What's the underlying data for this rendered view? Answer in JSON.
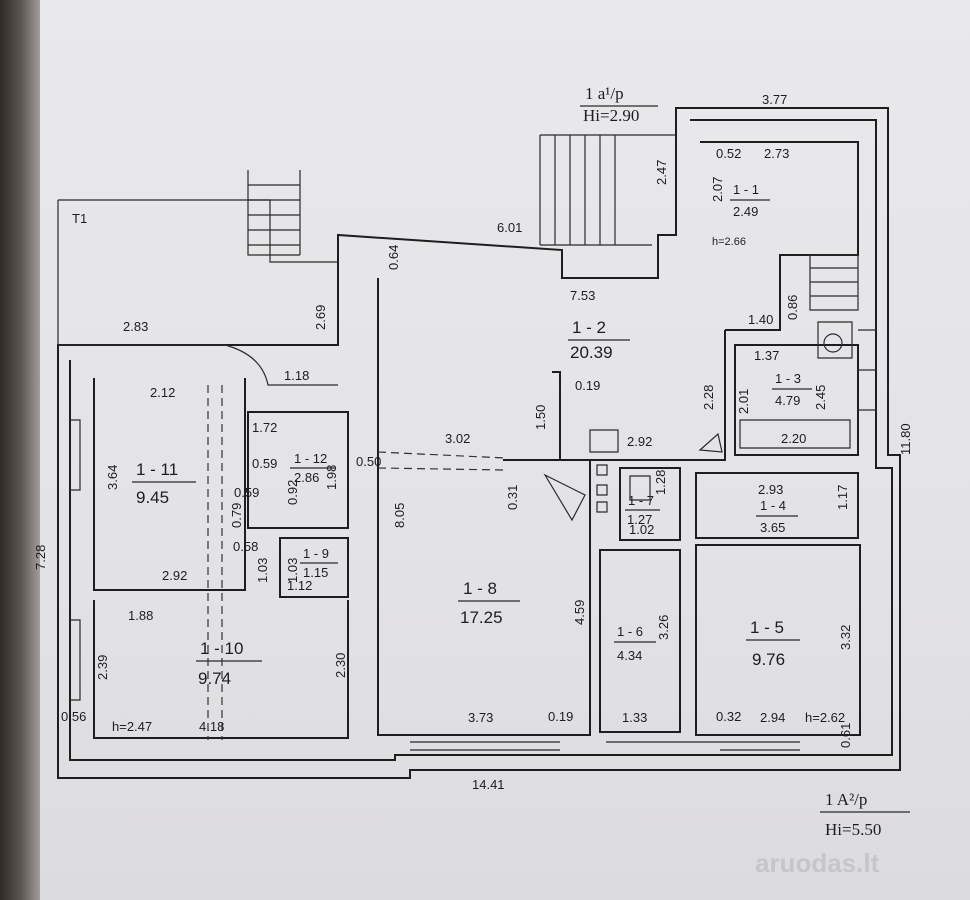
{
  "headers": {
    "top": {
      "code": "1 a¹/p",
      "hi": "Hi=2.90"
    },
    "bottom": {
      "code": "1 A²/p",
      "hi": "Hi=5.50"
    }
  },
  "terrace": "T1",
  "watermark": "aruodas.lt",
  "rooms": [
    {
      "id": "1 - 1",
      "area": "2.49"
    },
    {
      "id": "1 - 2",
      "area": "20.39"
    },
    {
      "id": "1 - 3",
      "area": "4.79"
    },
    {
      "id": "1 - 4",
      "area": "3.65"
    },
    {
      "id": "1 - 5",
      "area": "9.76"
    },
    {
      "id": "1 - 6",
      "area": "4.34"
    },
    {
      "id": "1 - 7",
      "area": "1.27"
    },
    {
      "id": "1 - 8",
      "area": "17.25"
    },
    {
      "id": "1 - 9",
      "area": "1.15"
    },
    {
      "id": "1 - 10",
      "area": "9.74"
    },
    {
      "id": "1 - 11",
      "area": "9.45"
    },
    {
      "id": "1 - 12",
      "area": "2.86"
    }
  ],
  "heights": [
    "h=2.66",
    "h=2.62",
    "h=2.47"
  ],
  "dimensions": [
    "3.77",
    "0.52",
    "2.73",
    "2.47",
    "2.07",
    "6.01",
    "0.64",
    "7.53",
    "0.86",
    "2.69",
    "2.83",
    "1.40",
    "1.37",
    "1.18",
    "2.12",
    "0.19",
    "1.50",
    "2.28",
    "2.01",
    "2.45",
    "1.72",
    "3.02",
    "2.92",
    "2.20",
    "11.80",
    "0.59",
    "0.50",
    "1.98",
    "0.92",
    "3.64",
    "8.05",
    "0.31",
    "2.93",
    "0.59",
    "0.79",
    "1.28",
    "1.17",
    "0.58",
    "1.03",
    "1.03",
    "1.02",
    "7.28",
    "2.92",
    "1.12",
    "1.88",
    "4.59",
    "3.26",
    "3.32",
    "2.39",
    "2.30",
    "0.56",
    "4.18",
    "3.73",
    "0.19",
    "1.33",
    "0.32",
    "2.94",
    "0.61",
    "14.41"
  ]
}
